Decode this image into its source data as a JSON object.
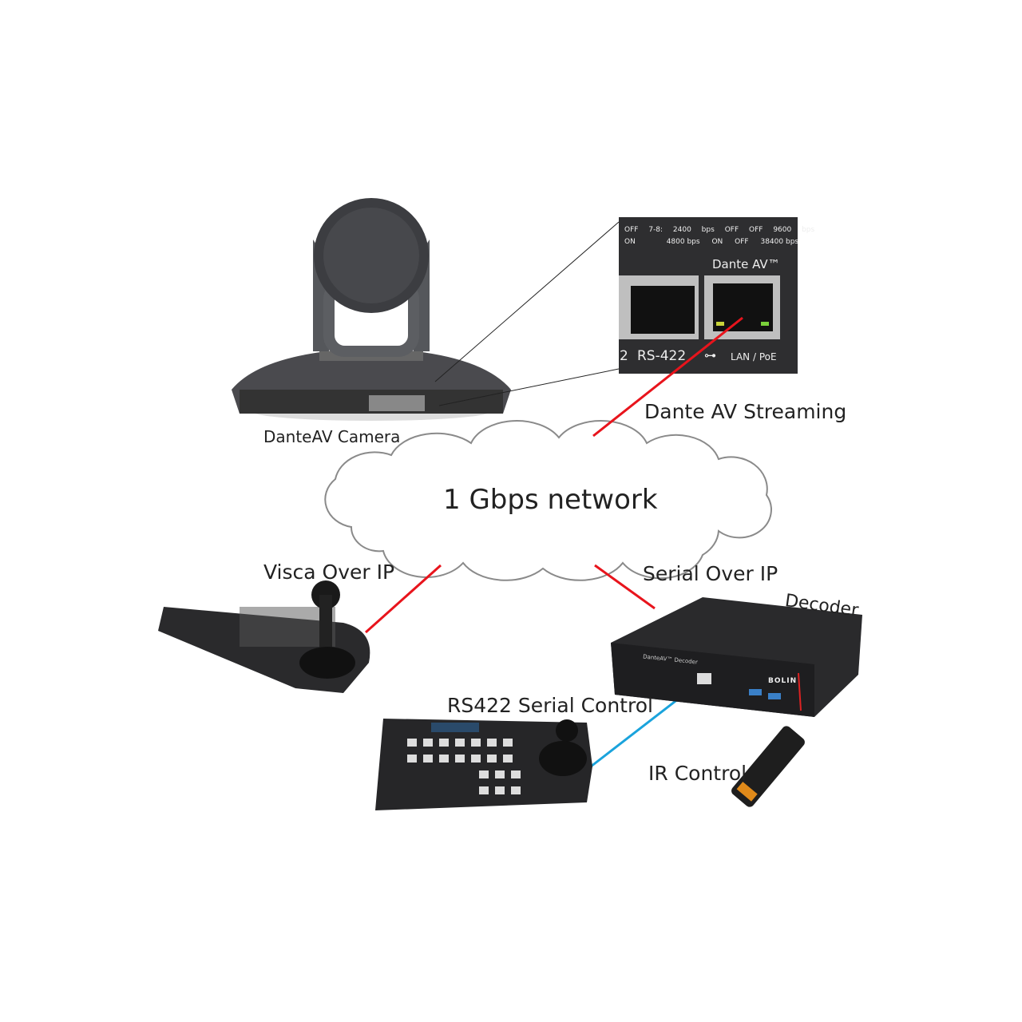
{
  "labels": {
    "camera": "DanteAV Camera",
    "dante_streaming": "Dante AV Streaming",
    "network": "1 Gbps network",
    "visca": "Visca Over IP",
    "serial": "Serial Over IP",
    "decoder": "Decoder",
    "rs422": "RS422 Serial Control",
    "ir": "IR Control"
  },
  "inset": {
    "row1": [
      "OFF",
      "7-8:",
      "2400 bps",
      "OFF",
      "OFF",
      "9600 bps"
    ],
    "row2": [
      "ON",
      "4800 bps",
      "ON",
      "OFF",
      "38400 bps"
    ],
    "dante_badge": "Dante AV™",
    "port_rs422": "RS-422",
    "port_2": "2",
    "port_lan": "LAN / PoE"
  },
  "decoder_device": {
    "title": "DanteAV™ Decoder",
    "brand": "BOLIN"
  },
  "colors": {
    "ip_link": "#e8141c",
    "serial_link": "#1aa3dc",
    "device": "#2a2a2c"
  }
}
